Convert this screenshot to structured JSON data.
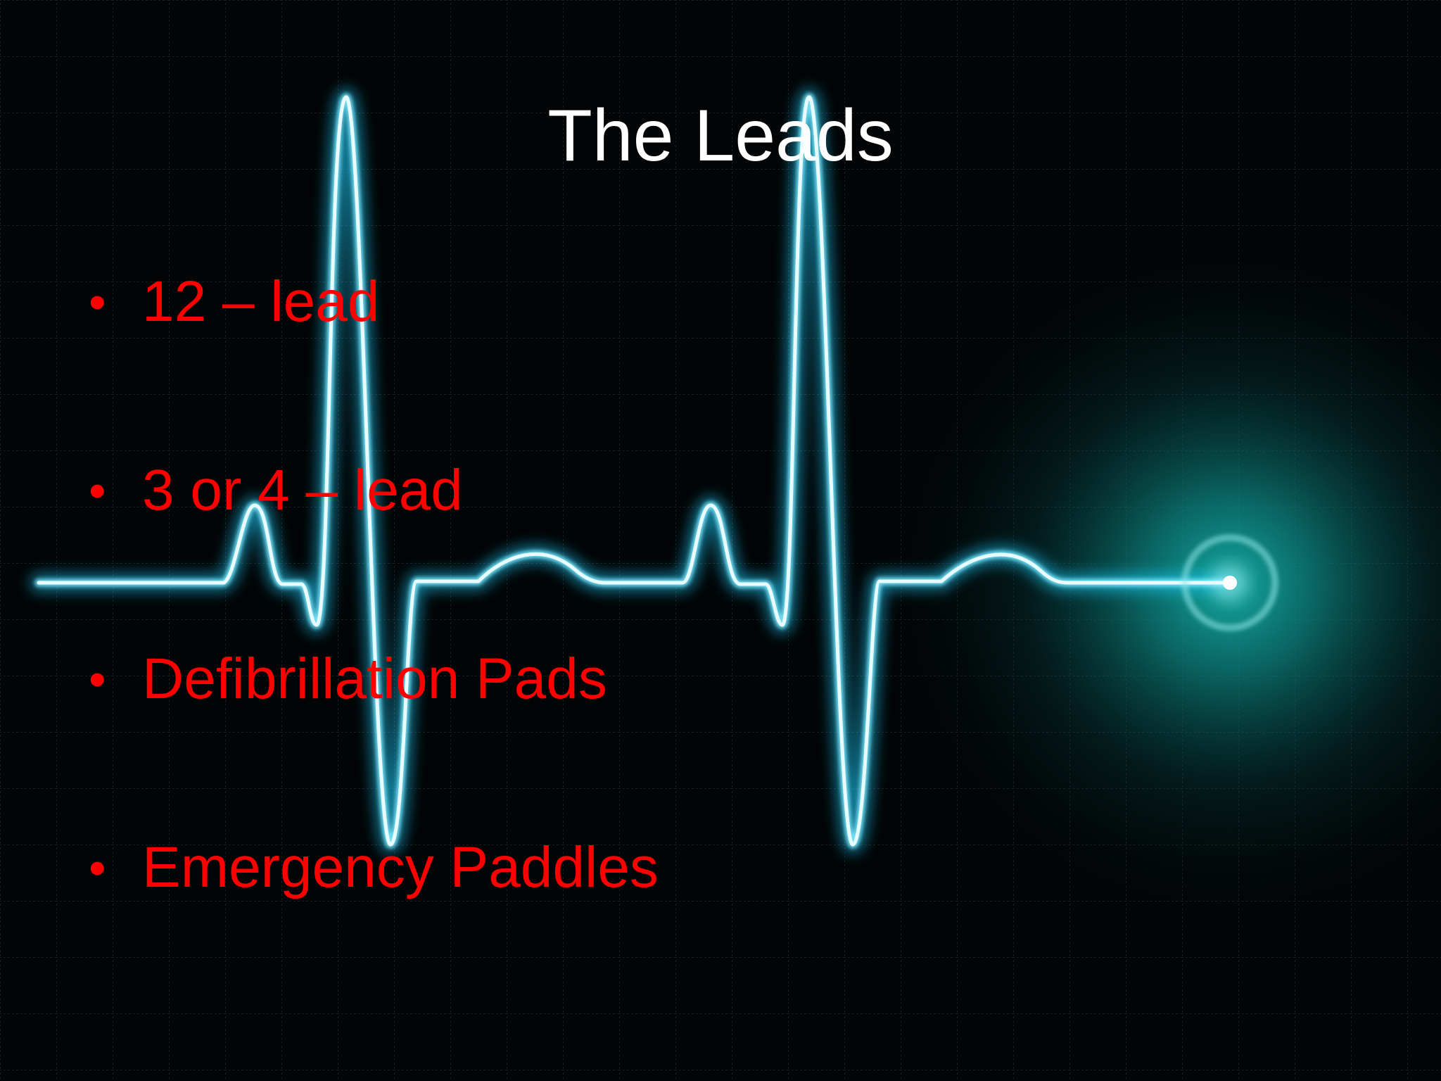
{
  "slide": {
    "title": "The Leads",
    "bullet_symbol": "•",
    "bullets": [
      "12 – lead",
      "3 or 4 – lead",
      "Defibrillation Pads",
      "Emergency Paddles"
    ]
  },
  "background": {
    "image": "ecg-heartbeat-trace",
    "colors": {
      "base": "#020405",
      "grid": "#1a2226",
      "trace": "#dff8ff",
      "glow": "#1fd0ff",
      "teal_glow": "#11a7a3"
    }
  },
  "colors": {
    "title": "#ffffff",
    "bullets": "#ff0000"
  }
}
